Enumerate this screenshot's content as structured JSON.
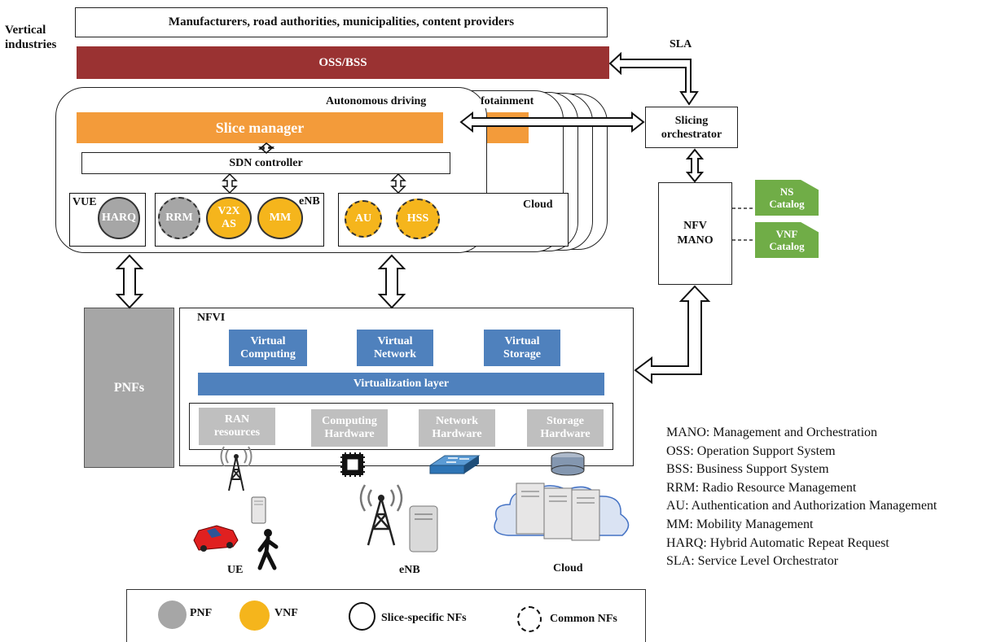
{
  "top_banner": "Manufacturers, road authorities, municipalities, content providers",
  "vertical_industries": [
    "Vertical",
    "industries"
  ],
  "oss_bss": "OSS/BSS",
  "sla_label": "SLA",
  "slices": {
    "autonomous": "Autonomous driving",
    "infotainment": "fotainment"
  },
  "slice_manager": "Slice manager",
  "sdn_controller": "SDN controller",
  "vue": {
    "label": "VUE",
    "harq": "HARQ"
  },
  "enb": {
    "label": "eNB",
    "rrm": "RRM",
    "v2x_line1": "V2X",
    "v2x_line2": "AS",
    "mm": "MM"
  },
  "cloud_group": {
    "label": "Cloud",
    "au": "AU",
    "hss": "HSS"
  },
  "slicing_orchestrator": [
    "Slicing",
    "orchestrator"
  ],
  "nfv_mano": [
    "NFV",
    "MANO"
  ],
  "ns_catalog": [
    "NS",
    "Catalog"
  ],
  "vnf_catalog": [
    "VNF",
    "Catalog"
  ],
  "pnfs": "PNFs",
  "nfvi": {
    "title": "NFVI",
    "virtual_computing": [
      "Virtual",
      "Computing"
    ],
    "virtual_network": [
      "Virtual",
      "Network"
    ],
    "virtual_storage": [
      "Virtual",
      "Storage"
    ],
    "virtualization_layer": "Virtualization layer",
    "ran": [
      "RAN",
      "resources"
    ],
    "computing_hw": [
      "Computing",
      "Hardware"
    ],
    "network_hw": [
      "Network",
      "Hardware"
    ],
    "storage_hw": [
      "Storage",
      "Hardware"
    ]
  },
  "physical_labels": {
    "ue": "UE",
    "enb": "eNB",
    "cloud": "Cloud"
  },
  "legend_terms": [
    "MANO: Management and Orchestration",
    "OSS: Operation Support System",
    "BSS: Business Support System",
    "RRM: Radio Resource Management",
    "AU: Authentication and Authorization Management",
    "MM: Mobility Management",
    "HARQ: Hybrid Automatic Repeat Request",
    "SLA: Service Level Orchestrator"
  ],
  "legend": {
    "pnf": "PNF",
    "vnf": "VNF",
    "slice_specific": "Slice-specific NFs",
    "common": "Common NFs"
  },
  "colors": {
    "oss": "#9a3232",
    "slice_manager": "#f39b3a",
    "pnf": "#a6a6a6",
    "vnf": "#f5b51c",
    "virtual": "#4f81bd",
    "hardware": "#bfbfbf",
    "catalog": "#70ad47"
  }
}
